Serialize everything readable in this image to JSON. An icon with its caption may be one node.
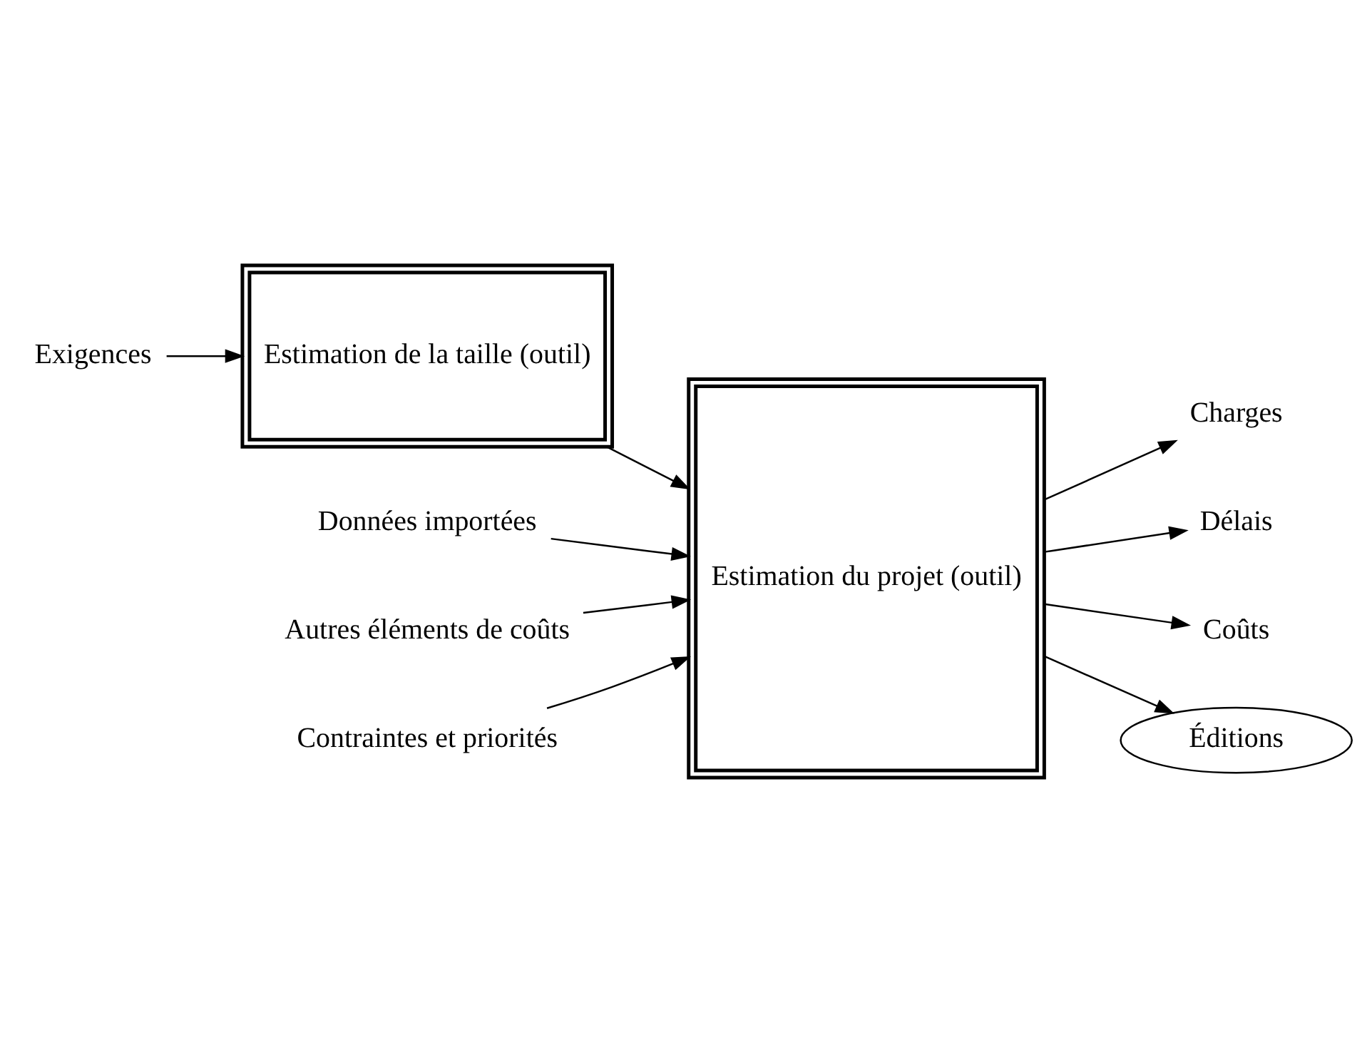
{
  "diagram": {
    "nodes": [
      {
        "text": [
          "Exigences"
        ]
      },
      {
        "text": [
          "Estimation de la taille (outil)"
        ]
      },
      {
        "text": [
          "Données importées"
        ]
      },
      {
        "text": [
          "Estimation du projet (outil)"
        ]
      },
      {
        "text": [
          "Autres éléments de coûts"
        ]
      },
      {
        "text": [
          "Contraintes et priorités"
        ]
      },
      {
        "text": [
          "Charges"
        ]
      },
      {
        "text": [
          "Délais"
        ]
      },
      {
        "text": [
          "Coûts"
        ]
      },
      {
        "text": [
          "Éditions"
        ]
      }
    ],
    "edges": [
      {
        "from": 0,
        "to": 1,
        "arrow": "to"
      },
      {
        "from": 1,
        "to": 3,
        "arrow": "to"
      },
      {
        "from": 2,
        "to": 3,
        "arrow": "to"
      },
      {
        "from": 4,
        "to": 3,
        "arrow": "to"
      },
      {
        "from": 5,
        "to": 3,
        "arrow": "to"
      },
      {
        "from": 3,
        "to": 6,
        "arrow": "to"
      },
      {
        "from": 3,
        "to": 7,
        "arrow": "to"
      },
      {
        "from": 3,
        "to": 8,
        "arrow": "to"
      },
      {
        "from": 3,
        "to": 9,
        "arrow": "to"
      }
    ]
  }
}
